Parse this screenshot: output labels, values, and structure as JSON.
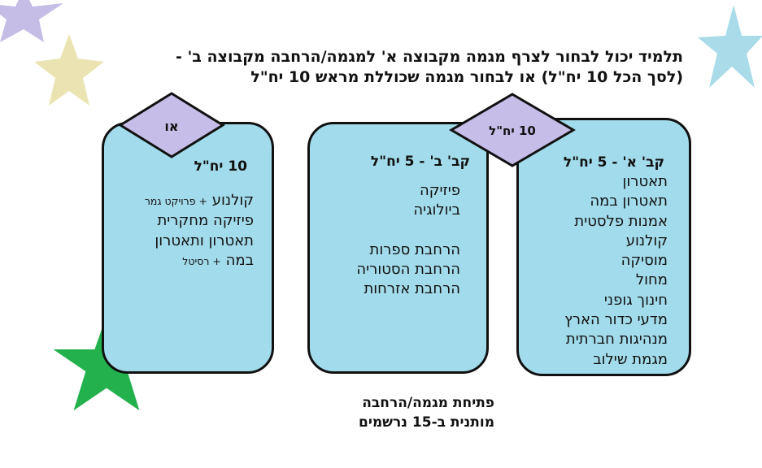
{
  "heading": {
    "line1": "תלמיד יכול לבחור לצרף מגמה מקבוצה א' למגמה/הרחבה מקבוצה ב' -",
    "line2": "(לסך הכל 10 יח\"ל) או לבחור מגמה שכוללת מראש 10 יח\"ל"
  },
  "group_a": {
    "title": "קב' א' - 5 יח\"ל",
    "items": [
      "תאטרון",
      "תאטרון במה",
      "אמנות פלסטית",
      "קולנוע",
      "מוסיקה",
      "מחול",
      "חינוך גופני",
      "מדעי כדור הארץ",
      "מנהיגות חברתית",
      "מגמת שילוב"
    ]
  },
  "group_b": {
    "title": "קב' ב' - 5 יח\"ל",
    "items_top": [
      "פיזיקה",
      "ביולוגיה"
    ],
    "items_bottom": [
      "הרחבת ספרות",
      "הרחבת הסטוריה",
      "הרחבת אזרחות"
    ]
  },
  "group_c": {
    "title": "10 יח\"ל",
    "item1_main": "קולנוע",
    "item1_note": "+ פרויקט גמר",
    "item2": "פיזיקה מחקרית",
    "item3": "תאטרון ותאטרון",
    "item4_main": "במה",
    "item4_note": "+ רסיטל"
  },
  "connectors": {
    "ab_label": "10 יח\"ל",
    "or_label": "או"
  },
  "footer": {
    "line1": "פתיחת מגמה/הרחבה",
    "line2": "מותנית ב-15 נרשמים"
  },
  "colors": {
    "card_fill": "#a2dbeb",
    "diamond_fill": "#c6bde8",
    "star_purple": "#c5bde6",
    "star_yellow": "#ebe4b2",
    "star_blue": "#a9dbe9",
    "star_green": "#22b14c"
  }
}
